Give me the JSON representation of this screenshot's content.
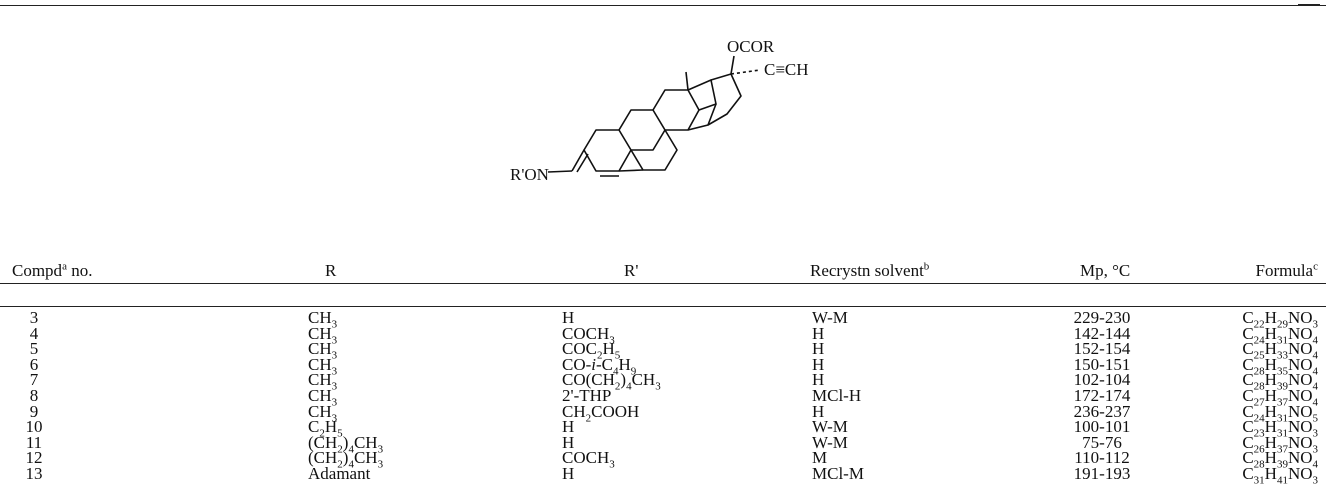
{
  "structure_labels": {
    "ocor": "OCOR",
    "ethynyl": "C≡CH",
    "oxime": "R'ON"
  },
  "columns": {
    "compd": "Compd",
    "compd_sup": "a",
    "compd_suffix": " no.",
    "r": "R",
    "r_prime": "R'",
    "solvent": "Recrystn solvent",
    "solvent_sup": "b",
    "mp": "Mp, °C",
    "formula": "Formula",
    "formula_sup": "c"
  },
  "rows": [
    {
      "no": "3",
      "r": "CH3",
      "r_prime": "H",
      "solvent": "W-M",
      "mp": "229-230",
      "formula": "C22H29NO3"
    },
    {
      "no": "4",
      "r": "CH3",
      "r_prime": "COCH3",
      "solvent": "H",
      "mp": "142-144",
      "formula": "C24H31NO4"
    },
    {
      "no": "5",
      "r": "CH3",
      "r_prime": "COC2H5",
      "solvent": "H",
      "mp": "152-154",
      "formula": "C25H33NO4"
    },
    {
      "no": "6",
      "r": "CH3",
      "r_prime": "CO-i-C4H9",
      "solvent": "H",
      "mp": "150-151",
      "formula": "C28H35NO4"
    },
    {
      "no": "7",
      "r": "CH3",
      "r_prime": "CO(CH2)4CH3",
      "solvent": "H",
      "mp": "102-104",
      "formula": "C28H39NO4"
    },
    {
      "no": "8",
      "r": "CH3",
      "r_prime": "2'-THP",
      "solvent": "MCl-H",
      "mp": "172-174",
      "formula": "C27H37NO4"
    },
    {
      "no": "9",
      "r": "CH3",
      "r_prime": "CH2COOH",
      "solvent": "H",
      "mp": "236-237",
      "formula": "C24H31NO5"
    },
    {
      "no": "10",
      "r": "C2H5",
      "r_prime": "H",
      "solvent": "W-M",
      "mp": "100-101",
      "formula": "C23H31NO3"
    },
    {
      "no": "11",
      "r": "(CH2)4CH3",
      "r_prime": "H",
      "solvent": "W-M",
      "mp": "75-76",
      "formula": "C26H37NO3"
    },
    {
      "no": "12",
      "r": "(CH2)4CH3",
      "r_prime": "COCH3",
      "solvent": "M",
      "mp": "110-112",
      "formula": "C28H39NO4"
    },
    {
      "no": "13",
      "r": "Adamant",
      "r_prime": "H",
      "solvent": "MCl-M",
      "mp": "191-193",
      "formula": "C31H41NO3"
    }
  ]
}
